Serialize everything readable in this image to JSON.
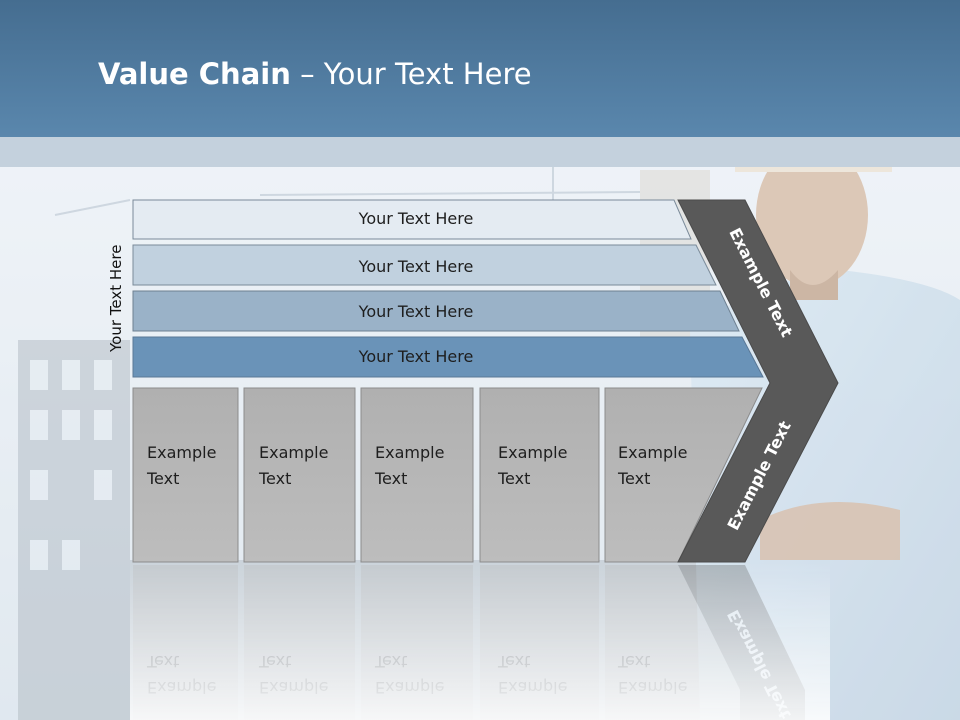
{
  "title": {
    "bold": "Value Chain",
    "rest": " – Your Text Here"
  },
  "side_label": "Your Text Here",
  "bars": [
    "Your Text Here",
    "Your Text Here",
    "Your Text Here",
    "Your Text Here"
  ],
  "boxes": [
    {
      "line1": "Example",
      "line2": "Text"
    },
    {
      "line1": "Example",
      "line2": "Text"
    },
    {
      "line1": "Example",
      "line2": "Text"
    },
    {
      "line1": "Example",
      "line2": "Text"
    },
    {
      "line1": "Example",
      "line2": "Text"
    }
  ],
  "chevron": {
    "upper": "Example Text",
    "lower": "Example Text"
  },
  "colors": {
    "header": "#4f7ca3",
    "bar1": "#e4ebf2",
    "bar2": "#c1d1df",
    "bar3": "#9ab2c8",
    "bar4": "#6a93b8",
    "box": "#b7b7b7",
    "chevron": "#595959"
  }
}
